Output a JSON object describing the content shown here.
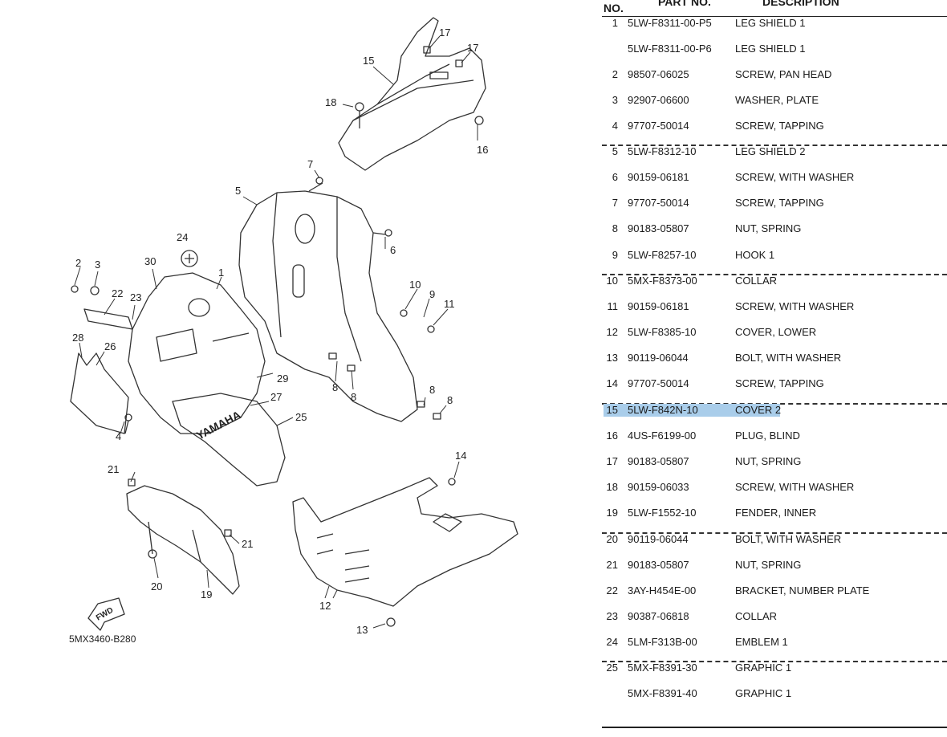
{
  "headers": {
    "no": "NO.",
    "part_no": "PART NO.",
    "description": "DESCRIPTION"
  },
  "diagram_code": "5MX3460-B280",
  "fwd_label": "FWD",
  "brand_label": "YAMAHA",
  "callouts": [
    "1",
    "2",
    "3",
    "4",
    "5",
    "6",
    "7",
    "8",
    "8",
    "8",
    "8",
    "9",
    "10",
    "11",
    "12",
    "13",
    "14",
    "15",
    "16",
    "17",
    "17",
    "18",
    "19",
    "20",
    "21",
    "21",
    "22",
    "23",
    "24",
    "25",
    "26",
    "27",
    "28",
    "29",
    "30"
  ],
  "rows": [
    {
      "no": "1",
      "part_no": "5LW-F8311-00-P5",
      "desc": "LEG SHIELD 1"
    },
    {
      "no": "",
      "part_no": "5LW-F8311-00-P6",
      "desc": "LEG SHIELD 1"
    },
    {
      "no": "2",
      "part_no": "98507-06025",
      "desc": "SCREW, PAN HEAD"
    },
    {
      "no": "3",
      "part_no": "92907-06600",
      "desc": "WASHER, PLATE"
    },
    {
      "no": "4",
      "part_no": "97707-50014",
      "desc": "SCREW, TAPPING"
    },
    {
      "no": "5",
      "part_no": "5LW-F8312-10",
      "desc": "LEG SHIELD 2"
    },
    {
      "no": "6",
      "part_no": "90159-06181",
      "desc": "SCREW, WITH WASHER"
    },
    {
      "no": "7",
      "part_no": "97707-50014",
      "desc": "SCREW, TAPPING"
    },
    {
      "no": "8",
      "part_no": "90183-05807",
      "desc": "NUT, SPRING"
    },
    {
      "no": "9",
      "part_no": "5LW-F8257-10",
      "desc": "HOOK 1"
    },
    {
      "no": "10",
      "part_no": "5MX-F8373-00",
      "desc": "COLLAR"
    },
    {
      "no": "11",
      "part_no": "90159-06181",
      "desc": "SCREW, WITH WASHER"
    },
    {
      "no": "12",
      "part_no": "5LW-F8385-10",
      "desc": "COVER, LOWER"
    },
    {
      "no": "13",
      "part_no": "90119-06044",
      "desc": "BOLT, WITH WASHER"
    },
    {
      "no": "14",
      "part_no": "97707-50014",
      "desc": "SCREW, TAPPING"
    },
    {
      "no": "15",
      "part_no": "5LW-F842N-10",
      "desc": "COVER 2"
    },
    {
      "no": "16",
      "part_no": "4US-F6199-00",
      "desc": "PLUG, BLIND"
    },
    {
      "no": "17",
      "part_no": "90183-05807",
      "desc": "NUT, SPRING"
    },
    {
      "no": "18",
      "part_no": "90159-06033",
      "desc": "SCREW, WITH WASHER"
    },
    {
      "no": "19",
      "part_no": "5LW-F1552-10",
      "desc": "FENDER, INNER"
    },
    {
      "no": "20",
      "part_no": "90119-06044",
      "desc": "BOLT, WITH WASHER"
    },
    {
      "no": "21",
      "part_no": "90183-05807",
      "desc": "NUT, SPRING"
    },
    {
      "no": "22",
      "part_no": "3AY-H454E-00",
      "desc": "BRACKET, NUMBER PLATE"
    },
    {
      "no": "23",
      "part_no": "90387-06818",
      "desc": "COLLAR"
    },
    {
      "no": "24",
      "part_no": "5LM-F313B-00",
      "desc": "EMBLEM 1"
    },
    {
      "no": "25",
      "part_no": "5MX-F8391-30",
      "desc": "GRAPHIC 1"
    },
    {
      "no": "",
      "part_no": "5MX-F8391-40",
      "desc": "GRAPHIC 1"
    }
  ],
  "highlighted_row": 15,
  "highlight_color": "#a9cdea"
}
